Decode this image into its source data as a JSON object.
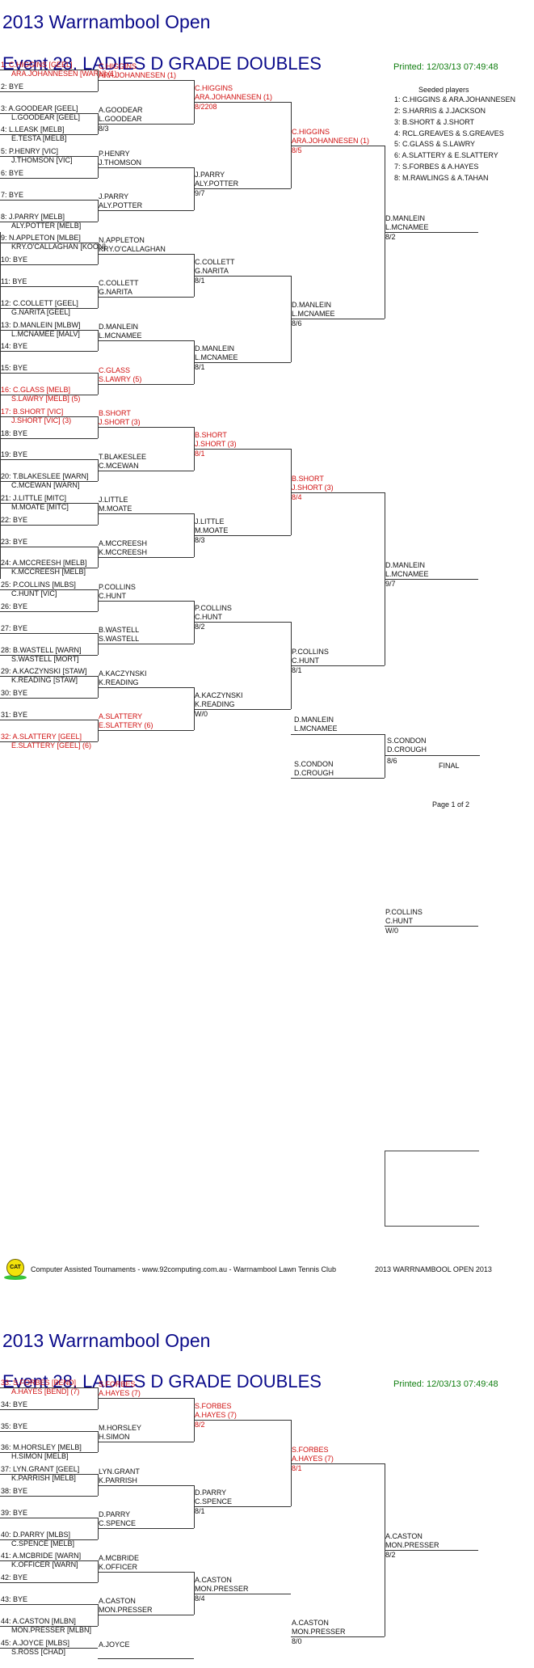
{
  "header": {
    "title": "2013 Warrnambool Open",
    "event": "Event 28. LADIES D GRADE DOUBLES",
    "printed": "Printed: 12/03/13 07:49:48"
  },
  "seeded": {
    "heading": "Seeded players",
    "items": [
      "1: C.HIGGINS & ARA.JOHANNESEN",
      "2: S.HARRIS & J.JACKSON",
      "3: B.SHORT & J.SHORT",
      "4: RCL.GREAVES & S.GREAVES",
      "5: C.GLASS & S.LAWRY",
      "6: A.SLATTERY & E.SLATTERY",
      "7: S.FORBES & A.HAYES",
      "8: M.RAWLINGS & A.TAHAN"
    ]
  },
  "draw1": {
    "r1": [
      [
        "1: C.HIGGINS [GEEL]",
        "ARA.JOHANNESEN [WARN] (1)"
      ],
      [
        "2: BYE",
        ""
      ],
      [
        "3: A.GOODEAR [GEEL]",
        "L.GOODEAR [GEEL]"
      ],
      [
        "4: L.LEASK [MELB]",
        "E.TESTA [MELB]"
      ],
      [
        "5: P.HENRY [VIC]",
        "J.THOMSON [VIC]"
      ],
      [
        "6: BYE",
        ""
      ],
      [
        "7: BYE",
        ""
      ],
      [
        "8: J.PARRY [MELB]",
        "ALY.POTTER [MELB]"
      ],
      [
        "9: N.APPLETON [MLBE]",
        "KRY.O'CALLAGHAN [KOON]"
      ],
      [
        "10: BYE",
        ""
      ],
      [
        "11: BYE",
        ""
      ],
      [
        "12: C.COLLETT [GEEL]",
        "G.NARITA [GEEL]"
      ],
      [
        "13: D.MANLEIN [MLBW]",
        "L.MCNAMEE [MALV]"
      ],
      [
        "14: BYE",
        ""
      ],
      [
        "15: BYE",
        ""
      ],
      [
        "16: C.GLASS [MELB]",
        "S.LAWRY [MELB] (5)"
      ],
      [
        "17: B.SHORT [VIC]",
        "J.SHORT [VIC] (3)"
      ],
      [
        "18: BYE",
        ""
      ],
      [
        "19: BYE",
        ""
      ],
      [
        "20: T.BLAKESLEE [WARN]",
        "C.MCEWAN [WARN]"
      ],
      [
        "21: J.LITTLE [MITC]",
        "M.MOATE [MITC]"
      ],
      [
        "22: BYE",
        ""
      ],
      [
        "23: BYE",
        ""
      ],
      [
        "24: A.MCCREESH [MELB]",
        "K.MCCREESH [MELB]"
      ],
      [
        "25: P.COLLINS [MLBS]",
        "C.HUNT [VIC]"
      ],
      [
        "26: BYE",
        ""
      ],
      [
        "27: BYE",
        ""
      ],
      [
        "28: B.WASTELL [WARN]",
        "S.WASTELL [MORT]"
      ],
      [
        "29: A.KACZYNSKI [STAW]",
        "K.READING [STAW]"
      ],
      [
        "30: BYE",
        ""
      ],
      [
        "31: BYE",
        ""
      ],
      [
        "32: A.SLATTERY [GEEL]",
        "E.SLATTERY [GEEL] (6)"
      ]
    ],
    "r2": [
      [
        "C.HIGGINS",
        "ARA.JOHANNESEN (1)",
        ""
      ],
      [
        "A.GOODEAR",
        "L.GOODEAR",
        "8/3"
      ],
      [
        "P.HENRY",
        "J.THOMSON",
        ""
      ],
      [
        "J.PARRY",
        "ALY.POTTER",
        ""
      ],
      [
        "N.APPLETON",
        "KRY.O'CALLAGHAN",
        ""
      ],
      [
        "C.COLLETT",
        "G.NARITA",
        ""
      ],
      [
        "D.MANLEIN",
        "L.MCNAMEE",
        ""
      ],
      [
        "C.GLASS",
        "S.LAWRY (5)",
        ""
      ],
      [
        "B.SHORT",
        "J.SHORT (3)",
        ""
      ],
      [
        "T.BLAKESLEE",
        "C.MCEWAN",
        ""
      ],
      [
        "J.LITTLE",
        "M.MOATE",
        ""
      ],
      [
        "A.MCCREESH",
        "K.MCCREESH",
        ""
      ],
      [
        "P.COLLINS",
        "C.HUNT",
        ""
      ],
      [
        "B.WASTELL",
        "S.WASTELL",
        ""
      ],
      [
        "A.KACZYNSKI",
        "K.READING",
        ""
      ],
      [
        "A.SLATTERY",
        "E.SLATTERY (6)",
        ""
      ]
    ],
    "r3": [
      [
        "C.HIGGINS",
        "ARA.JOHANNESEN (1)",
        "8/2208"
      ],
      [
        "J.PARRY",
        "ALY.POTTER",
        "9/7"
      ],
      [
        "C.COLLETT",
        "G.NARITA",
        "8/1"
      ],
      [
        "D.MANLEIN",
        "L.MCNAMEE",
        "8/1"
      ],
      [
        "B.SHORT",
        "J.SHORT (3)",
        "8/1"
      ],
      [
        "J.LITTLE",
        "M.MOATE",
        "8/3"
      ],
      [
        "P.COLLINS",
        "C.HUNT",
        "8/2"
      ],
      [
        "A.KACZYNSKI",
        "K.READING",
        "W/0"
      ]
    ],
    "r4": [
      [
        "C.HIGGINS",
        "ARA.JOHANNESEN (1)",
        "8/5"
      ],
      [
        "D.MANLEIN",
        "L.MCNAMEE",
        "8/6"
      ],
      [
        "B.SHORT",
        "J.SHORT (3)",
        "8/4"
      ],
      [
        "P.COLLINS",
        "C.HUNT",
        "8/1"
      ]
    ],
    "r5": [
      [
        "D.MANLEIN",
        "L.MCNAMEE",
        "8/2"
      ],
      [
        "D.MANLEIN",
        "L.MCNAMEE",
        "9/7"
      ],
      [
        "P.COLLINS",
        "C.HUNT",
        "W/0"
      ]
    ],
    "final": {
      "top": [
        "D.MANLEIN",
        "L.MCNAMEE"
      ],
      "bottom": [
        "S.CONDON",
        "D.CROUGH"
      ],
      "winner": [
        "S.CONDON",
        "D.CROUGH",
        "8/6"
      ],
      "label": "FINAL"
    },
    "page_label": "Page 1 of 2"
  },
  "footer": {
    "logo_text": "CAT",
    "left": "Computer Assisted Tournaments - www.92computing.com.au -  Warrnambool Lawn Tennis Club",
    "right": "2013 WARRNAMBOOL OPEN 2013"
  },
  "draw2": {
    "r1": [
      [
        "33: S.FORBES [BEND]",
        "A.HAYES [BEND] (7)"
      ],
      [
        "34: BYE",
        ""
      ],
      [
        "35: BYE",
        ""
      ],
      [
        "36: M.HORSLEY [MELB]",
        "H.SIMON [MELB]"
      ],
      [
        "37: LYN.GRANT [GEEL]",
        "K.PARRISH [MELB]"
      ],
      [
        "38: BYE",
        ""
      ],
      [
        "39: BYE",
        ""
      ],
      [
        "40: D.PARRY [MLBS]",
        "C.SPENCE [MELB]"
      ],
      [
        "41: A.MCBRIDE [WARN]",
        "K.OFFICER [WARN]"
      ],
      [
        "42: BYE",
        ""
      ],
      [
        "43: BYE",
        ""
      ],
      [
        "44: A.CASTON [MLBN]",
        "MON.PRESSER [MLBN]"
      ],
      [
        "45: A.JOYCE [MLBS]",
        "S.ROSS [CHAD]"
      ]
    ],
    "r2": [
      [
        "S.FORBES",
        "A.HAYES (7)",
        ""
      ],
      [
        "M.HORSLEY",
        "H.SIMON",
        ""
      ],
      [
        "LYN.GRANT",
        "K.PARRISH",
        ""
      ],
      [
        "D.PARRY",
        "C.SPENCE",
        ""
      ],
      [
        "A.MCBRIDE",
        "K.OFFICER",
        ""
      ],
      [
        "A.CASTON",
        "MON.PRESSER",
        ""
      ],
      [
        "A.JOYCE",
        "",
        ""
      ]
    ],
    "r3": [
      [
        "S.FORBES",
        "A.HAYES (7)",
        "8/2"
      ],
      [
        "D.PARRY",
        "C.SPENCE",
        "8/1"
      ],
      [
        "A.CASTON",
        "MON.PRESSER",
        "8/4"
      ]
    ],
    "r4": [
      [
        "S.FORBES",
        "A.HAYES (7)",
        "8/1"
      ],
      [
        "A.CASTON",
        "MON.PRESSER",
        "8/0"
      ]
    ],
    "r5": [
      [
        "A.CASTON",
        "MON.PRESSER",
        "8/2"
      ]
    ]
  }
}
